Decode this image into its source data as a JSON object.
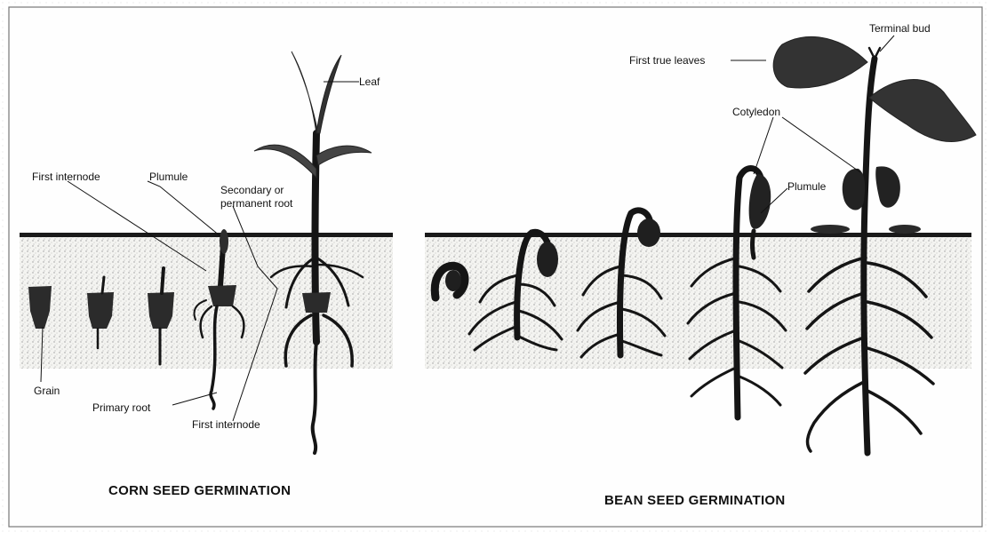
{
  "corn": {
    "caption": "CORN SEED GERMINATION",
    "labels": {
      "leaf": "Leaf",
      "first_internode_top": "First internode",
      "plumule": "Plumule",
      "secondary_root_line1": "Secondary or",
      "secondary_root_line2": "permanent root",
      "grain": "Grain",
      "primary_root": "Primary root",
      "first_internode_bottom": "First internode"
    }
  },
  "bean": {
    "caption": "BEAN SEED GERMINATION",
    "labels": {
      "terminal_bud": "Terminal bud",
      "first_true_leaves": "First true leaves",
      "cotyledon": "Cotyledon",
      "plumule": "Plumule"
    }
  }
}
